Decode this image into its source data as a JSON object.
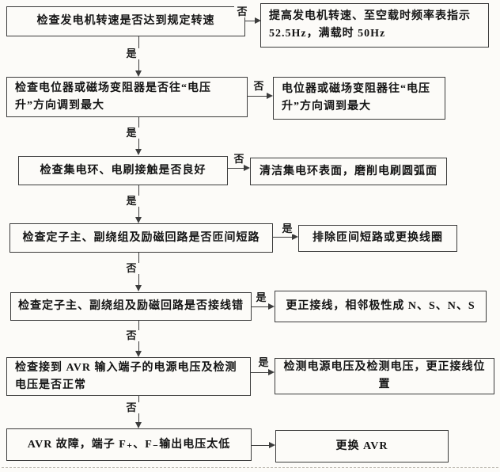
{
  "flowchart": {
    "rows": [
      {
        "check": "检查发电机转速是否达到规定转速",
        "branch": "否",
        "action": "提高发电机转速、至空载时频率表指示 52.5Hz，满载时 50Hz",
        "down": "是"
      },
      {
        "check": "检查电位器或磁场变阻器是否往“电压升”方向调到最大",
        "branch": "否",
        "action": "电位器或磁场变阻器往“电压升”方向调到最大",
        "down": "是"
      },
      {
        "check": "检查集电环、电刷接触是否良好",
        "branch": "否",
        "action": "清洁集电环表面，磨削电刷圆弧面",
        "down": "是"
      },
      {
        "check": "检查定子主、副绕组及励磁回路是否匝间短路",
        "branch": "是",
        "action": "排除匝间短路或更换线圈",
        "down": "否"
      },
      {
        "check": "检查定子主、副绕组及励磁回路是否接线错",
        "branch": "是",
        "action": "更正接线，相邻极性成 N、S、N、S",
        "down": "否"
      },
      {
        "check": "检查接到 AVR 输入端子的电源电压及检测电压是否正常",
        "branch": "是",
        "action": "检测电源电压及检测电压，更正接线位置",
        "down": "否"
      },
      {
        "check": "AVR 故障，端子 F₊、F₋输出电压太低",
        "branch": "",
        "action": "更换 AVR"
      }
    ]
  }
}
